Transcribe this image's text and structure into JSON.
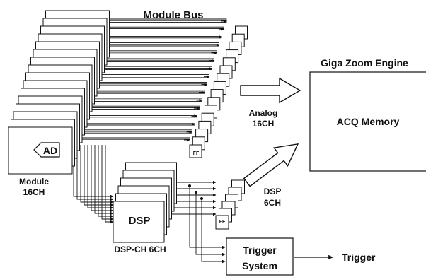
{
  "module_bus": {
    "label": "Module Bus"
  },
  "giga_zoom": {
    "title": "Giga Zoom Engine",
    "memory_label": "ACQ Memory"
  },
  "analog_path": {
    "line1": "Analog",
    "line2": "16CH"
  },
  "dsp_path": {
    "line1": "DSP",
    "line2": "6CH"
  },
  "module": {
    "ad_label": "AD",
    "caption_line1": "Module",
    "caption_line2": "16CH"
  },
  "dsp_block": {
    "label": "DSP",
    "caption": "DSP-CH 6CH"
  },
  "flip_flop": {
    "label": "FF"
  },
  "trigger_system": {
    "line1": "Trigger",
    "line2": "System"
  },
  "trigger_output": {
    "label": "Trigger"
  }
}
